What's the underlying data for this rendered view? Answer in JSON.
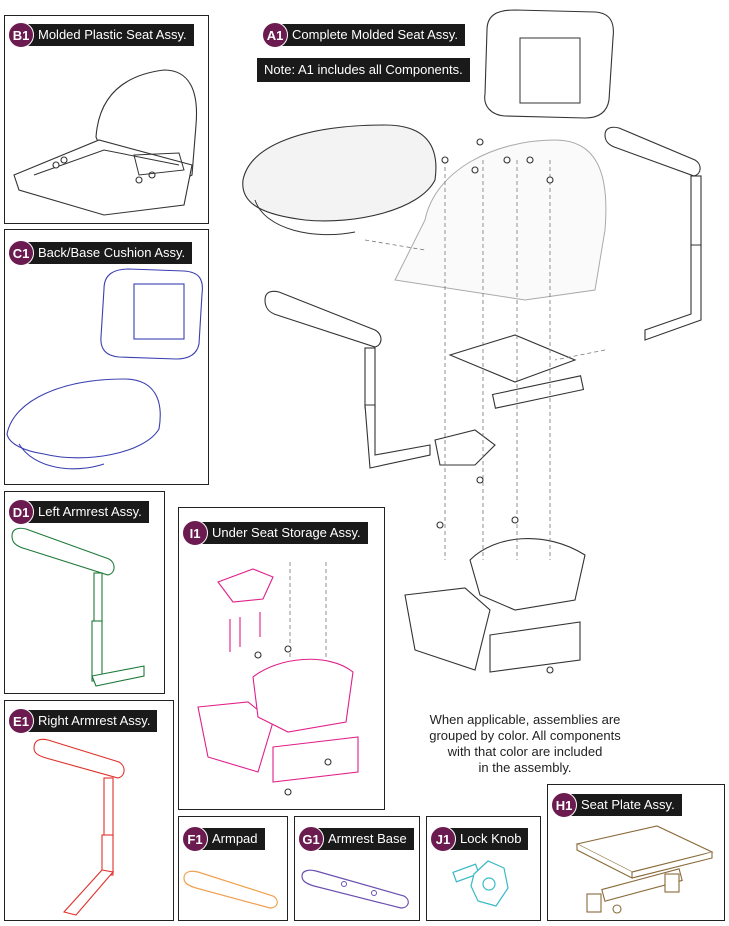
{
  "assemblies": {
    "a1": {
      "code": "A1",
      "label": "Complete Molded Seat Assy."
    },
    "note": "Note: A1 includes all Components.",
    "b1": {
      "code": "B1",
      "label": "Molded Plastic Seat Assy."
    },
    "c1": {
      "code": "C1",
      "label": "Back/Base Cushion Assy."
    },
    "d1": {
      "code": "D1",
      "label": "Left Armrest Assy."
    },
    "e1": {
      "code": "E1",
      "label": "Right Armrest Assy."
    },
    "i1": {
      "code": "I1",
      "label": "Under Seat Storage Assy."
    },
    "f1": {
      "code": "F1",
      "label": "Armpad"
    },
    "g1": {
      "code": "G1",
      "label": "Armrest Base"
    },
    "j1": {
      "code": "J1",
      "label": "Lock Knob"
    },
    "h1": {
      "code": "H1",
      "label": "Seat Plate Assy."
    }
  },
  "legend": {
    "line1": "When applicable, assemblies are",
    "line2": "grouped by color. All components",
    "line3": "with that color are included",
    "line4": "in the assembly."
  },
  "colors": {
    "badge": "#6b1b4f",
    "c1_cushion": "#3a3fb0",
    "d1_left_armrest": "#1f7a3a",
    "e1_right_armrest": "#e0302a",
    "i1_storage": "#e0208a",
    "f1_armpad": "#f0a050",
    "g1_armrest_base": "#6a4fb0",
    "j1_lock_knob": "#3ab8c8",
    "h1_seat_plate": "#8a6a3a"
  }
}
